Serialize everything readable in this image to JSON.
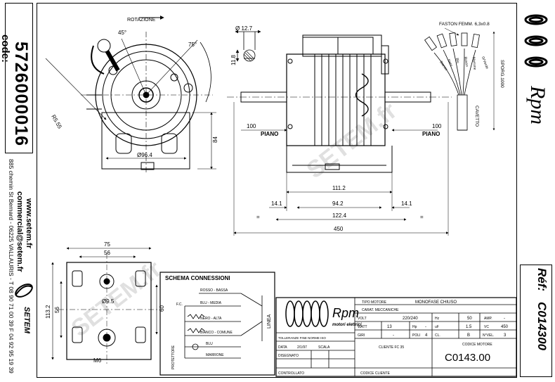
{
  "code": {
    "label": "code:",
    "value": "5726000016"
  },
  "company": {
    "website": "www.setem.fr",
    "email": "commercial@setem.fr",
    "address": "885 chemin St Bernard - 06225 VALLAURIS - T 08 90 71 00 39 F 04 92 95 19 39",
    "logo_text": "SETEM"
  },
  "reference": {
    "label": "Réf:",
    "value": "C014300"
  },
  "brand": "Rpm",
  "brand_sub": "motori elettrici",
  "front_view": {
    "rotation_label": "ROTAZIONE",
    "angle_a": "45°",
    "angle_b": "75°",
    "radius": "R5.55",
    "diameter": "Ø96.4",
    "height": "84"
  },
  "shaft_detail": {
    "diameter": "Ø 12.7",
    "flat": "11.8"
  },
  "side_view": {
    "piano_left": "PIANO",
    "piano_right": "PIANO",
    "dim_100_left": "100",
    "dim_100_right": "100",
    "dim_111_2": "111.2",
    "dim_94_2": "94.2",
    "dim_14_1_left": "14.1",
    "dim_14_1_right": "14.1",
    "dim_122_4": "122.4",
    "dim_450": "450",
    "eq_marks": [
      "=",
      "="
    ]
  },
  "cable_view": {
    "faston_label": "FASTON FEMM. 6,3x0.8",
    "sporg_label": "SPORG.1000",
    "cavetto_label": "CAVETTO",
    "wire_labels": [
      "Bianco",
      "Nero",
      "Blu",
      "Rosso",
      "Marrone",
      "G/Verde"
    ]
  },
  "bottom_view": {
    "dim_75": "75",
    "dim_56": "56",
    "dim_113_2": "113.2",
    "dim_56_v": "56",
    "dim_60": "60",
    "hole": "Ø9.5",
    "thread": "M6"
  },
  "schema": {
    "title": "SCHEMA CONNESSIONI",
    "rows": [
      "ROSSO - BASSA",
      "BLU - MEDIA",
      "NERO - ALTA",
      "BIANCO - COMUNE",
      "BLU",
      "MARRONE"
    ],
    "fc_label": "F.C.",
    "protector_label": "PROTETTORE",
    "line_label": "LINEA"
  },
  "title_block": {
    "tipo_motore_label": "TIPO MOTORE",
    "tipo_motore_value": "MONOFASE CHIUSO",
    "carat_label": "CARAT. MECCANICHE",
    "volt_label": "VOLT",
    "volt_value": "220/240",
    "hz_label": "Hz",
    "hz_value": "50",
    "amp_label": "AMP.",
    "amp_value": "-",
    "watt_label": "WATT",
    "watt_value": "13",
    "hp_label": "Hp",
    "hp_value": "-",
    "uf_label": "uF",
    "uf_value": "1.5",
    "vc_label": "VC",
    "vc_value": "450",
    "giri_label": "GIRI",
    "giri_value": "-",
    "poli_label": "POLI",
    "poli_value": "4",
    "cl_label": "CL.",
    "cl_value": "B",
    "vel_label": "N°VEL.",
    "vel_value": "3",
    "tolleranze": "TOLLERANZE FINE NORME ISO",
    "data_label": "DATA",
    "data_value": "2/1/97",
    "scala_label": "SCALA",
    "disegnato": "DISEGNATO",
    "controllato": "CONTROLLATO",
    "cliente_label": "CLIENTE FC 35",
    "codice_cliente": "CODICE CLIENTE",
    "codice_motore_label": "CODICE MOTORE",
    "codice_motore_value": "C0143.00"
  },
  "watermark": "SETEM.fr"
}
